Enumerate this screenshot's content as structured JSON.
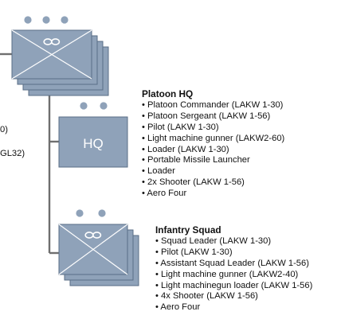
{
  "colors": {
    "unit_fill": "#8fa2b9",
    "unit_stroke": "#5a6e86",
    "unit_symbol": "#ffffff",
    "connector": "#6f6f6f",
    "dot": "#8fa2b9",
    "text": "#111111"
  },
  "hq_box": {
    "label": "HQ"
  },
  "fragments": {
    "left_top": "0)",
    "left_bottom": "GL32)"
  },
  "platoon_hq": {
    "title": "Platoon HQ",
    "items": [
      "Platoon Commander (LAKW 1-30)",
      "Platoon Sergeant (LAKW 1-56)",
      "Pilot (LAKW 1-30)",
      "Light machine gunner (LAKW2-60)",
      "Loader (LAKW 1-30)",
      "Portable Missile Launcher",
      "Loader",
      "2x Shooter (LAKW 1-56)",
      "Aero Four"
    ]
  },
  "infantry_squad": {
    "title": "Infantry Squad",
    "items": [
      "Squad Leader (LAKW 1-30)",
      "Pilot (LAKW 1-30)",
      "Assistant Squad Leader (LAKW 1-56)",
      "Light machine gunner (LAKW2-40)",
      "Light machinegun loader (LAKW 1-56)",
      "4x Shooter (LAKW 1-56)",
      "Aero Four"
    ]
  }
}
